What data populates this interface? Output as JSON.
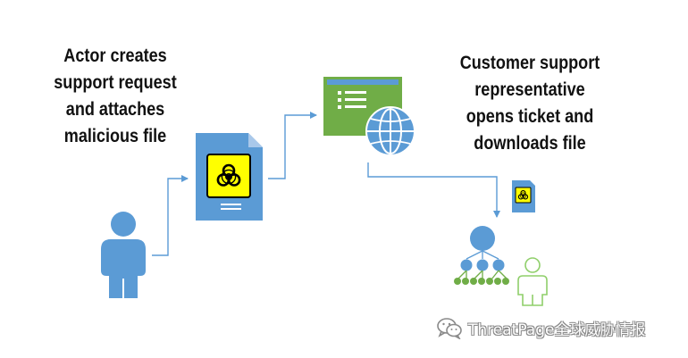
{
  "labels": {
    "actor": [
      "Actor creates",
      "support request",
      "and attaches",
      "malicious file"
    ],
    "support": [
      "Customer support",
      "representative",
      "opens ticket and",
      "downloads file"
    ]
  },
  "watermark": {
    "text": "ThreatPage全球威胁情报"
  },
  "icons": {
    "actor": "person-icon",
    "document": "document-icon",
    "biohazard": "biohazard-icon",
    "web_form": "web-form-icon",
    "globe": "globe-icon",
    "small_document": "small-document-icon",
    "hierarchy": "org-hierarchy-icon",
    "representative": "person-outline-icon",
    "wechat": "wechat-icon"
  },
  "colors": {
    "blue": "#5b9bd5",
    "green": "#70ad47",
    "hazard_yellow": "#ffff00",
    "text": "#111111"
  }
}
